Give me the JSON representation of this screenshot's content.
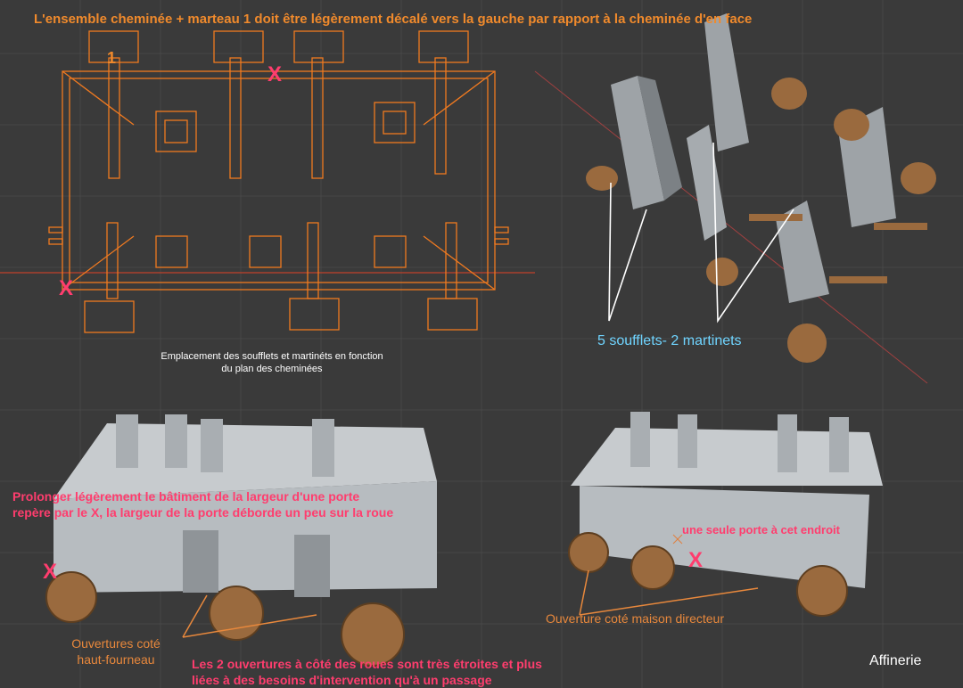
{
  "annotations": {
    "top_heading": "L'ensemble  cheminée + marteau 1 doit être légèrement décalé vers la gauche par rapport à la cheminée d'en face",
    "label_1": "1",
    "x_marker": "X",
    "plan_caption_line1": "Emplacement des soufflets et martinéts en fonction",
    "plan_caption_line2": "du plan des cheminées",
    "soufflets_label": "5 soufflets- 2 martinets",
    "prolonger_line1": "Prolonger légèrement le bâtiment de la largeur d'une porte",
    "prolonger_line2": "repère par le X, la largeur de la porte déborde un peu sur la roue",
    "une_seule_porte": "une seule porte à cet endroit",
    "ouvertures_haut_line1": "Ouvertures coté",
    "ouvertures_haut_line2": "haut-fourneau",
    "ouverture_directeur": "Ouverture coté maison directeur",
    "bottom_note_line1": "Les 2 ouvertures à côté des roues sont très étroites et plus",
    "bottom_note_line2": "liées à des besoins d'intervention qu'à un passage",
    "affinerie": "Affinerie"
  },
  "colors": {
    "background": "#3a3a3a",
    "orange_wire": "#f07a20",
    "annotation_orange": "#f08a2c",
    "annotation_pink": "#ff3d6e",
    "cyan": "#6fd4ff",
    "building_grey": "#b9bec2",
    "wood": "#9a6a3e"
  }
}
